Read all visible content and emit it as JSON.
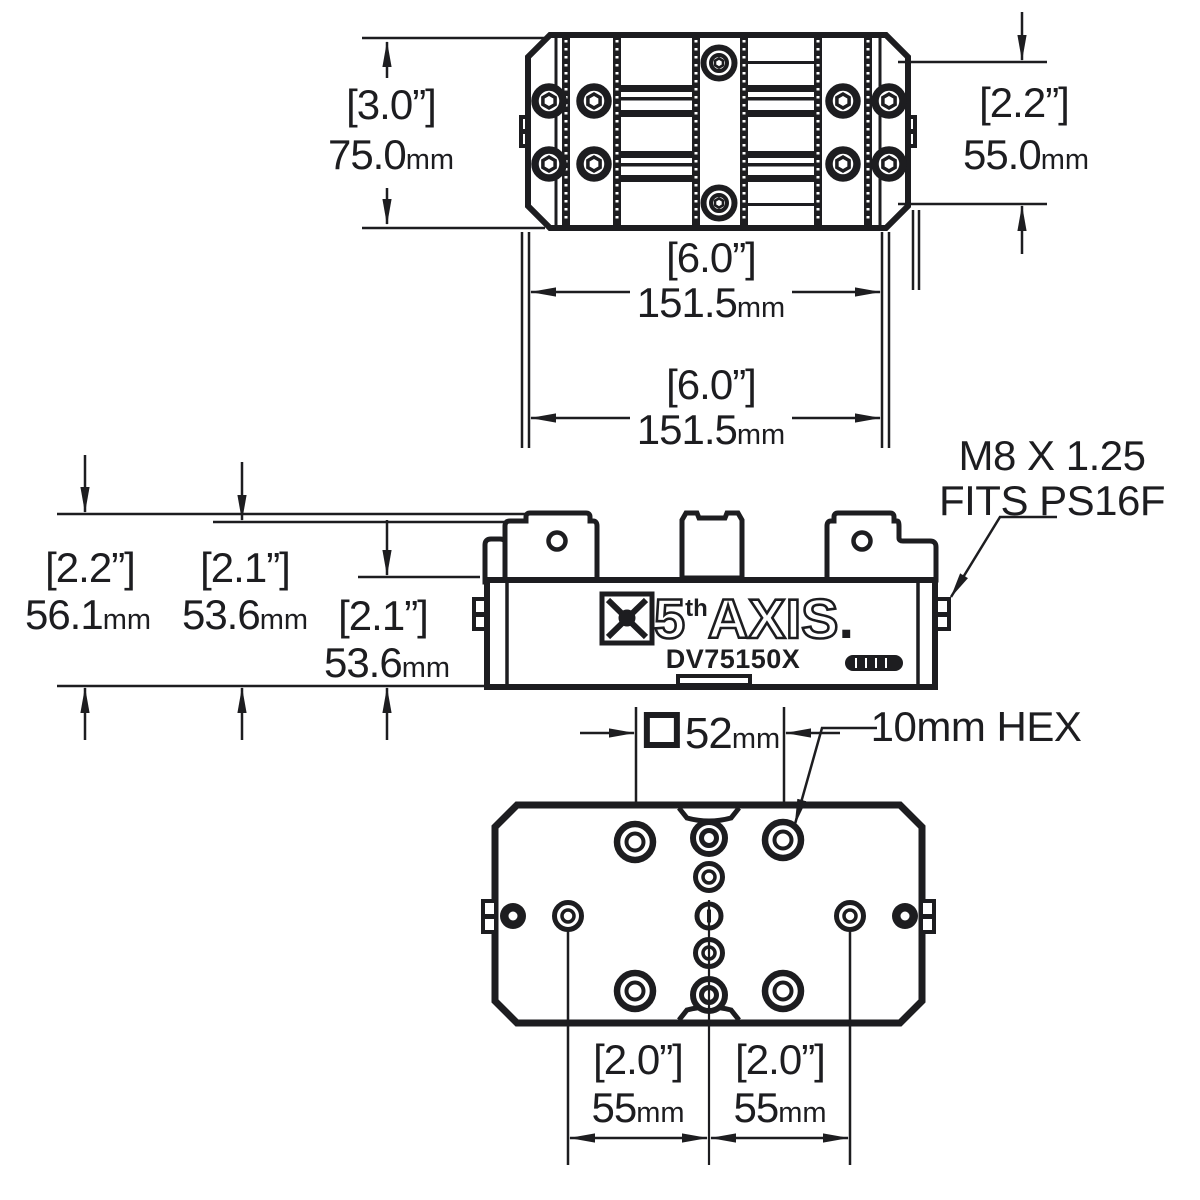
{
  "drawing": {
    "product": {
      "brand_five": "5",
      "brand_th": "th",
      "brand_axis": "AXIS",
      "brand_dot": ".",
      "model": "DV75150X"
    },
    "notes": {
      "thread_line1": "M8 X 1.25",
      "thread_line2": "FITS PS16F",
      "hex": "10mm HEX"
    },
    "dims": {
      "top_height": {
        "inch": "[3.0”]",
        "value": "75.0",
        "unit": "mm"
      },
      "top_right": {
        "inch": "[2.2”]",
        "value": "55.0",
        "unit": "mm"
      },
      "width_upper": {
        "inch": "[6.0”]",
        "value": "151.5",
        "unit": "mm"
      },
      "width_lower": {
        "inch": "[6.0”]",
        "value": "151.5",
        "unit": "mm"
      },
      "side_a": {
        "inch": "[2.2”]",
        "value": "56.1",
        "unit": "mm"
      },
      "side_b": {
        "inch": "[2.1”]",
        "value": "53.6",
        "unit": "mm"
      },
      "side_c": {
        "inch": "[2.1”]",
        "value": "53.6",
        "unit": "mm"
      },
      "square": {
        "symbol": "square",
        "value": "52",
        "unit": "mm"
      },
      "bottom_left": {
        "inch": "[2.0”]",
        "value": "55",
        "unit": "mm"
      },
      "bottom_right": {
        "inch": "[2.0”]",
        "value": "55",
        "unit": "mm"
      }
    },
    "ink_color": "#1d1d20"
  }
}
